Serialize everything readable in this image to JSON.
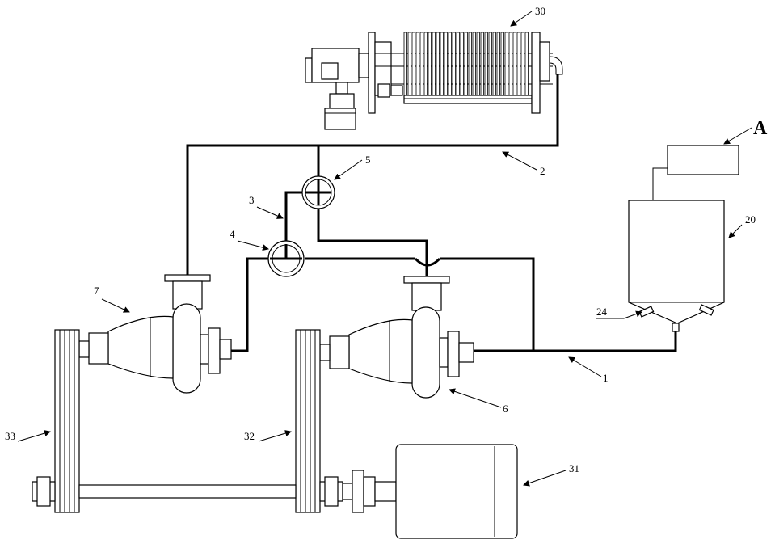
{
  "labels": {
    "l30": "30",
    "lA": "A",
    "l20": "20",
    "l24": "24",
    "l1": "1",
    "l2": "2",
    "l3": "3",
    "l4": "4",
    "l5": "5",
    "l6": "6",
    "l7": "7",
    "l31": "31",
    "l32": "32",
    "l33": "33"
  }
}
